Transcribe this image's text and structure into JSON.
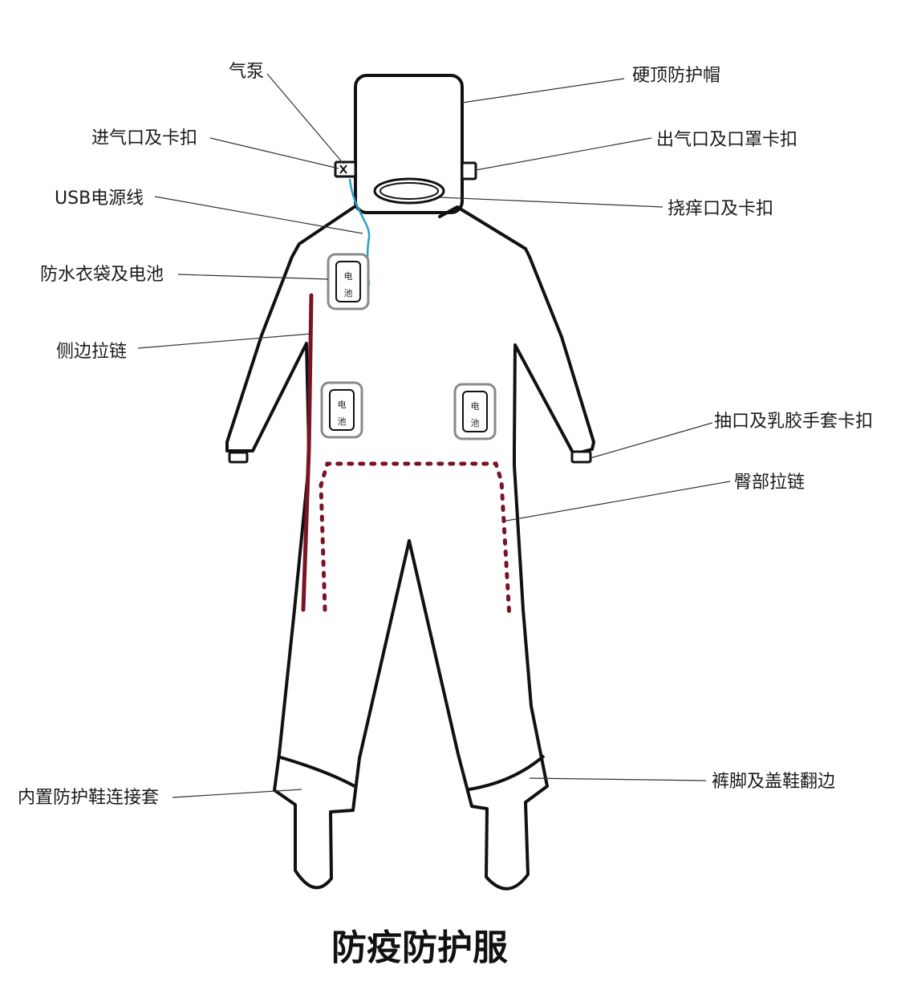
{
  "title": "防疫防护服",
  "labels": {
    "air_pump": "气泵",
    "air_inlet": "进气口及卡扣",
    "usb_cable": "USB电源线",
    "pocket_battery": "防水衣袋及电池",
    "side_zipper": "侧边拉链",
    "inner_shoe_sleeve": "内置防护鞋连接套",
    "hard_helmet": "硬顶防护帽",
    "air_outlet": "出气口及口罩卡扣",
    "scratch_port": "挠痒口及卡扣",
    "cuff_glove": "抽口及乳胶手套卡扣",
    "hip_zipper": "臀部拉链",
    "trouser_cuff": "裤脚及盖鞋翻边"
  },
  "battery": {
    "char1": "电",
    "char2": "池"
  },
  "colors": {
    "outline": "#111111",
    "usb_cable": "#2a9fc8",
    "zipper": "#7a1424",
    "pocket": "#8a8a8a"
  }
}
